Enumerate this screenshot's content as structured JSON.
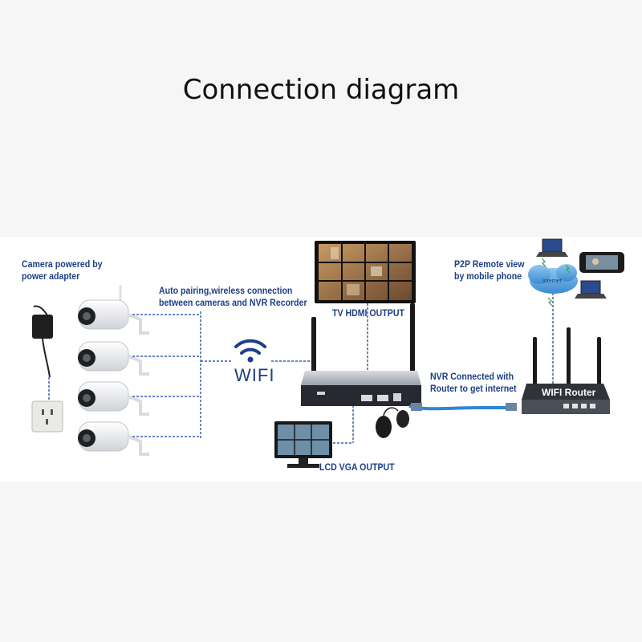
{
  "title": "Connection diagram",
  "labels": {
    "camera_power": [
      "Camera powered by",
      "power adapter"
    ],
    "auto_pairing": [
      "Auto pairing,wireless connection",
      "between cameras and NVR Recorder"
    ],
    "wifi": "WIFI",
    "tv_output": "TV HDMI OUTPUT",
    "p2p": [
      "P2P Remote view",
      "by mobile phone"
    ],
    "nvr_router": [
      "NVR Connected with",
      "Router to get internet"
    ],
    "router": "WIFI Router",
    "lcd_output": "LCD VGA OUTPUT",
    "cloud": "Internet"
  },
  "colors": {
    "label": "#1d3f86",
    "dashed_line": "#3a5fb0",
    "cable": "#2f86d6",
    "device_dark": "#2b2f36"
  }
}
